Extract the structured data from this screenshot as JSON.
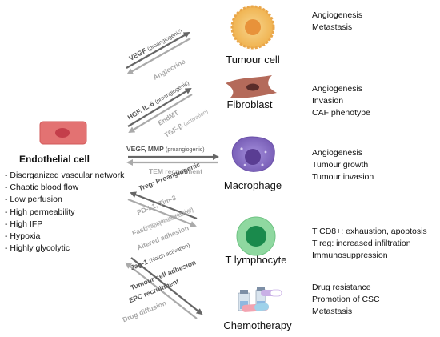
{
  "endothelial": {
    "title": "Endothelial cell",
    "features": [
      "- Disorganized vascular network",
      "- Chaotic blood flow",
      "- Low perfusion",
      "- High permeability",
      "- High IFP",
      "- Hypoxia",
      "- Highly glycolytic"
    ]
  },
  "cells": [
    {
      "name": "Tumour cell",
      "effects": [
        "Angiogenesis",
        "Metastasis"
      ]
    },
    {
      "name": "Fibroblast",
      "effects": [
        "Angiogenesis",
        "Invasion",
        "CAF phenotype"
      ]
    },
    {
      "name": "Macrophage",
      "effects": [
        "Angiogenesis",
        "Tumour growth",
        "Tumour invasion"
      ]
    },
    {
      "name": "T lymphocyte",
      "effects": [
        "T CD8+: exhaustion, apoptosis",
        "T reg: increased infiltration",
        "Immunosuppression"
      ]
    },
    {
      "name": "Chemotherapy",
      "effects": [
        "Drug resistance",
        "Promotion of CSC",
        "Metastasis"
      ]
    }
  ],
  "arrows": {
    "tumour": {
      "top": "VEGF",
      "top_note": "(proangiogenic)",
      "bottom": "Angiocrine"
    },
    "fibroblast": {
      "top": "HGF, IL-6",
      "top_note": "(proangiogenic)",
      "bottom1": "EndMT",
      "bottom2": "TGF-β",
      "bottom2_note": "(activation)"
    },
    "macrophage": {
      "top": "VEGF, MMP",
      "top_note": "(proangiogenic)",
      "bottom": "TEM recruitment"
    },
    "lymphocyte": {
      "top": "Treg: Proangiogenic",
      "l1": "PD-L1, Tim-3",
      "l2": "(immunosuppressive)",
      "l3": "FasL",
      "l3_note": "(apoptosis inducer)",
      "l4": "Altered adhesion"
    },
    "chemo": {
      "l1": "Jag-1",
      "l1_note": "(Notch activation)",
      "l2": "Tumour cell adhesion",
      "l3": "EPC recruitment",
      "l4": "Drug  diffusion"
    }
  },
  "colors": {
    "endothelial": "#e06b6b",
    "tumour": "#f3c06a",
    "fibroblast": "#b56a5a",
    "macrophage": "#8a72c4",
    "lymphocyte": "#7ccf8e",
    "arrow_dark": "#666666",
    "arrow_light": "#aaaaaa"
  }
}
